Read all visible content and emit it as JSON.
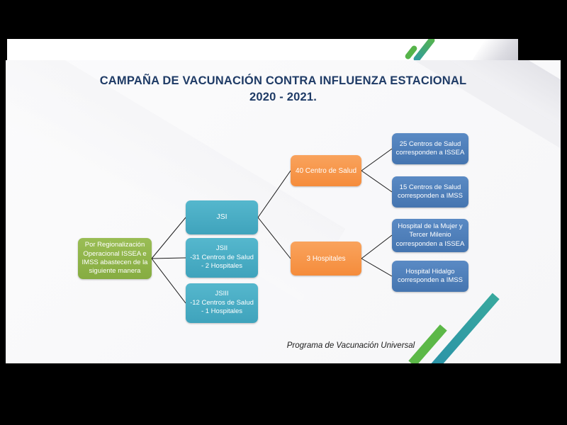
{
  "header": {
    "logo_icon": "green-double-stripe-logo"
  },
  "slide": {
    "title": "CAMPAÑA DE VACUNACIÓN CONTRA INFLUENZA ESTACIONAL\n2020 - 2021.",
    "footer": "Programa de Vacunación Universal",
    "colors": {
      "root_green": "#8FB44B",
      "jurisdiccion_teal": "#48ADC5",
      "nivel2_orange": "#F7974B",
      "nivel3_blue": "#4E81BD",
      "title_navy": "#1F3B66",
      "accent_stripe_green": "#5CB848",
      "accent_stripe_teal": "#2B93A8"
    }
  },
  "diagram": {
    "root": {
      "label": "Por Regionalización Operacional ISSEA e IMSS abastecen de la siguiente manera"
    },
    "jurisdicciones": [
      {
        "label": "JSI"
      },
      {
        "label": "JSII\n-31 Centros de Salud\n- 2 Hospitales"
      },
      {
        "label": "JSIII\n-12 Centros de Salud\n- 1 Hospitales"
      }
    ],
    "jsi_children": [
      {
        "label": "40 Centro de Salud"
      },
      {
        "label": "3 Hospitales"
      }
    ],
    "detalle": [
      {
        "label": "25 Centros de Salud\ncorresponden a ISSEA"
      },
      {
        "label": "15 Centros de Salud\ncorresponden a IMSS"
      },
      {
        "label": "Hospital de la Mujer y\nTercer Milenio\ncorresponden a ISSEA"
      },
      {
        "label": "Hospital Hidalgo\ncorresponden a IMSS"
      }
    ]
  }
}
